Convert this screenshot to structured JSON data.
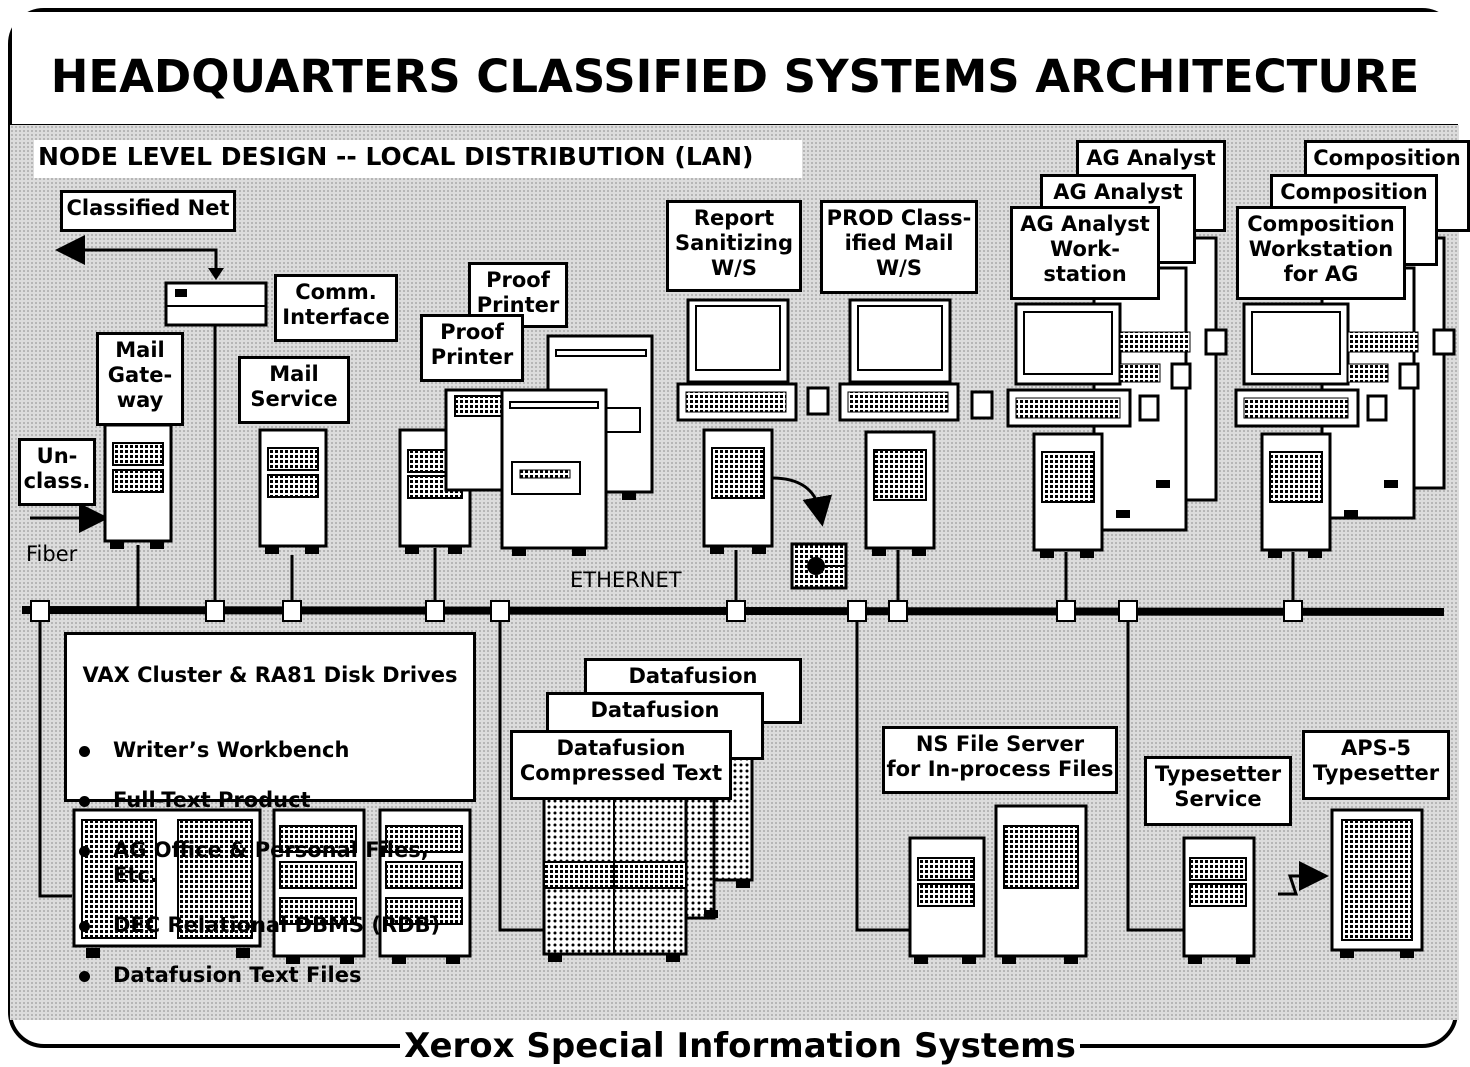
{
  "title": "HEADQUARTERS CLASSIFIED SYSTEMS ARCHITECTURE",
  "subtitle": "NODE LEVEL DESIGN -- LOCAL DISTRIBUTION (LAN)",
  "footer": "Xerox Special Information Systems",
  "labels": {
    "classified_net": "Classified Net",
    "comm_interface": "Comm.\nInterface",
    "mail_gateway": "Mail\nGate-\nway",
    "mail_service": "Mail\nService",
    "proof_printer": "Proof\nPrinter",
    "unclass": "Un-\nclass.",
    "fiber": "Fiber",
    "ethernet": "ETHERNET",
    "report_sanitizing": "Report\nSanitizing\nW/S",
    "prod_classified_mail": "PROD Class-\nified Mail\nW/S",
    "ag_analyst": "AG Analyst",
    "ag_analyst_workstation": "AG Analyst\nWork-\nstation",
    "composition": "Composition",
    "composition_workstation": "Composition\nWorkstation\nfor AG",
    "datafusion": "Datafusion",
    "datafusion_compressed": "Datafusion\nCompressed Text",
    "ns_file_server": "NS File Server\nfor In-process Files",
    "typesetter_service": "Typesetter\nService",
    "aps5_typesetter": "APS-5\nTypesetter"
  },
  "vax": {
    "heading": "VAX Cluster & RA81 Disk Drives",
    "items": [
      "Writer’s Workbench",
      "Full-Text Product",
      "AG Office & Personal Files, Etc.",
      "DEC Relational DBMS (RDB)",
      "Datafusion Text Files"
    ]
  }
}
